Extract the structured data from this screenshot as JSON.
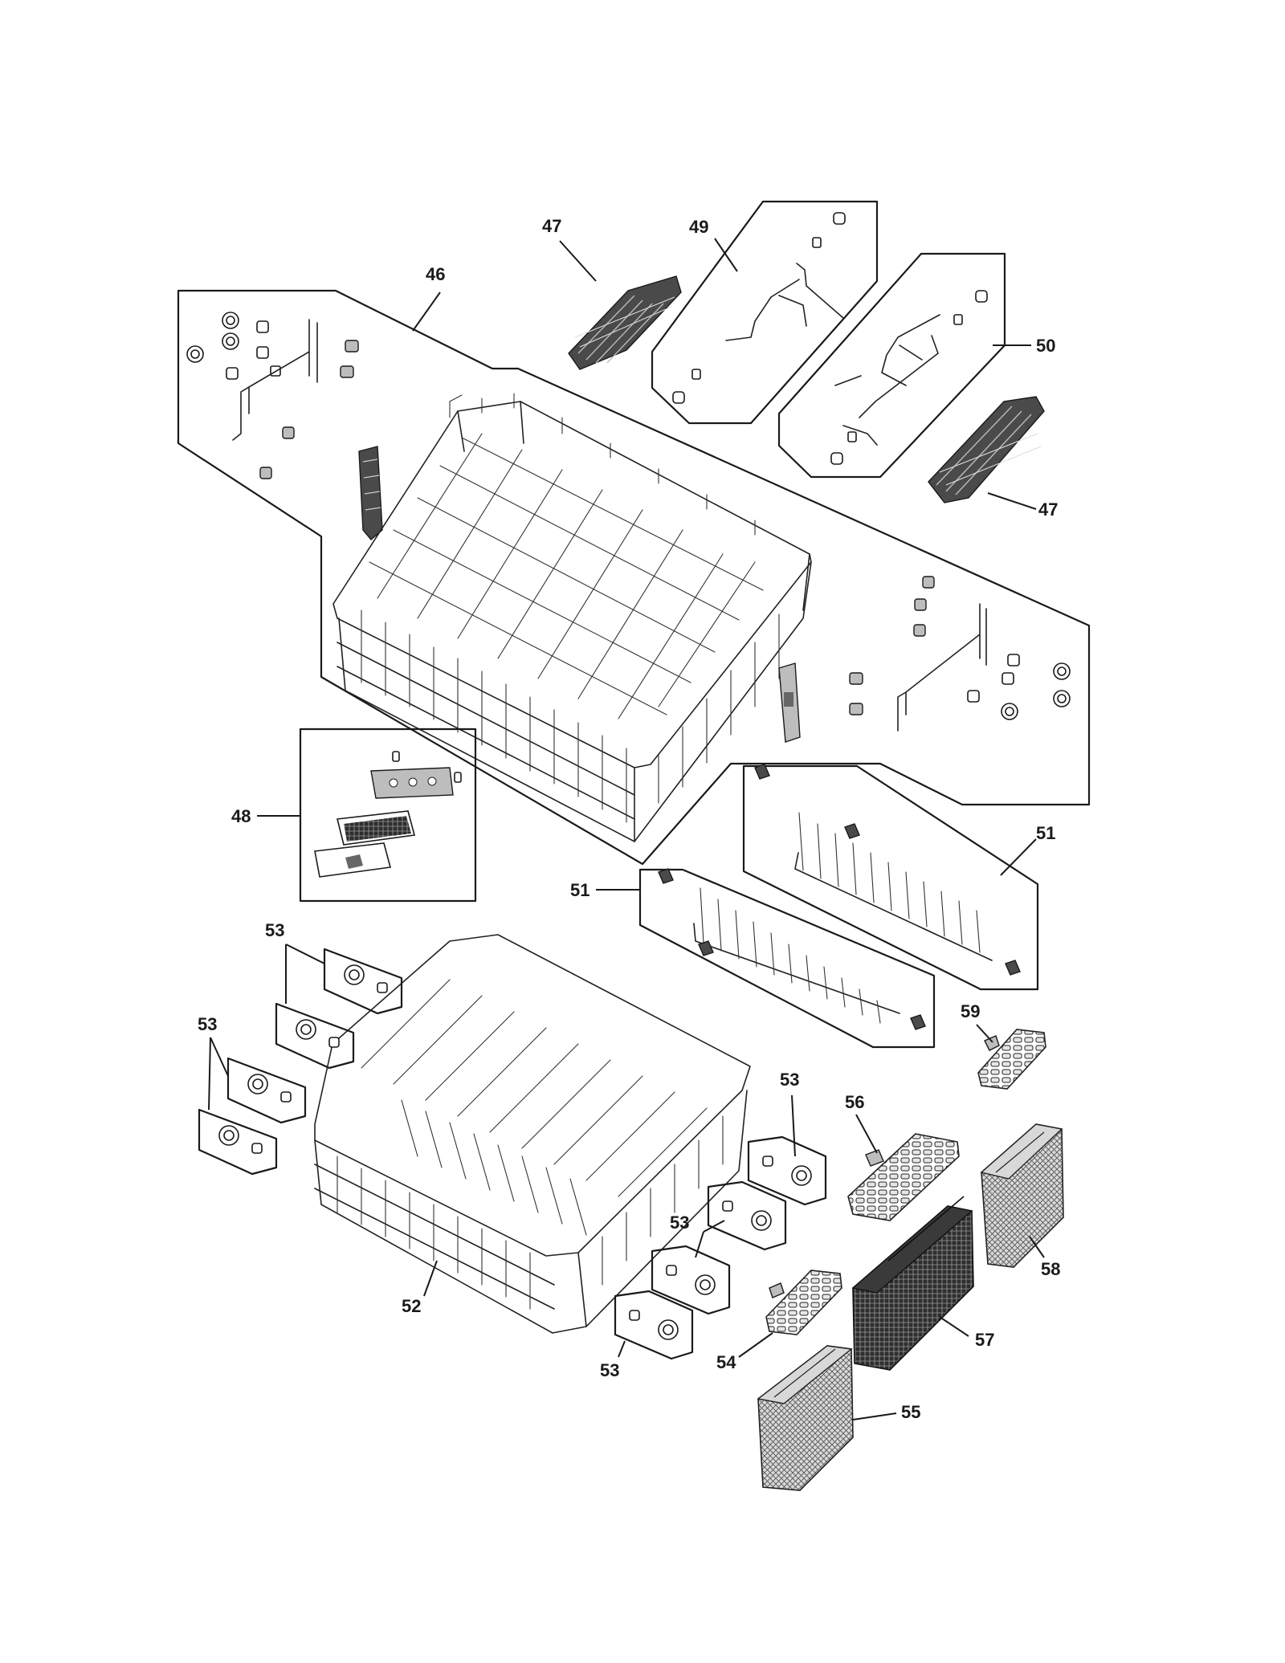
{
  "callouts": {
    "c46": "46",
    "c47a": "47",
    "c47b": "47",
    "c48": "48",
    "c49": "49",
    "c50": "50",
    "c51a": "51",
    "c51b": "51",
    "c52": "52",
    "c53a": "53",
    "c53b": "53",
    "c53c": "53",
    "c53d": "53",
    "c53e": "53",
    "c54": "54",
    "c55": "55",
    "c56": "56",
    "c57": "57",
    "c58": "58",
    "c59": "59"
  }
}
